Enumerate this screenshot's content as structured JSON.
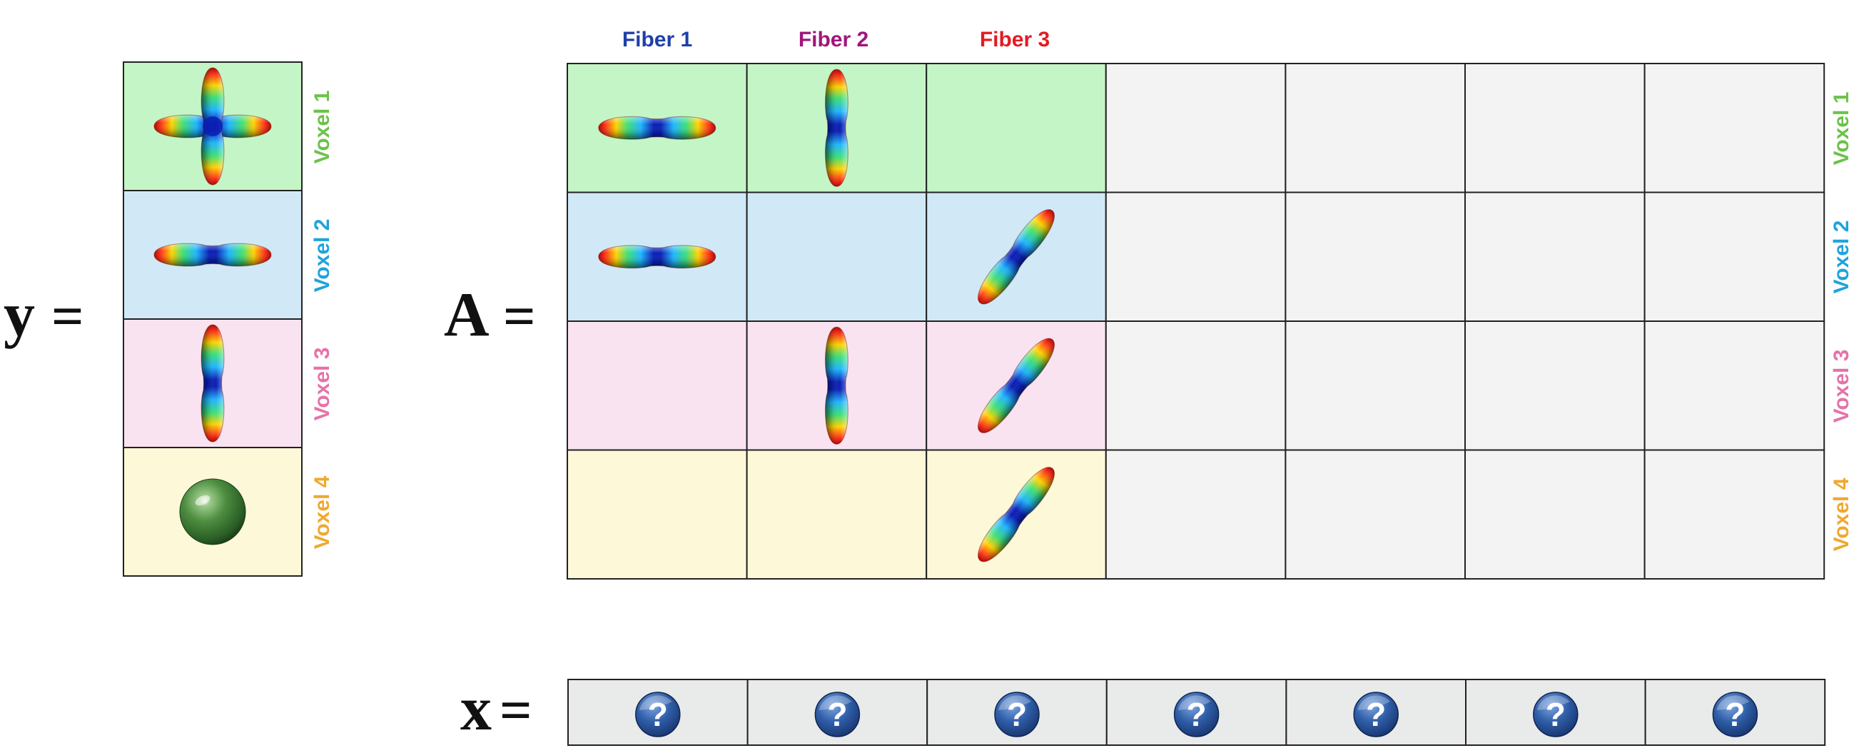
{
  "equations": {
    "y_label": "y",
    "a_label": "A",
    "x_label": "x",
    "equals": "="
  },
  "fibers": [
    {
      "label": "Fiber 1",
      "color": "#1f3fa8"
    },
    {
      "label": "Fiber 2",
      "color": "#a0157a"
    },
    {
      "label": "Fiber 3",
      "color": "#e31b23"
    }
  ],
  "voxels": [
    {
      "label": "Voxel 1",
      "color": "#6cc24a",
      "fill": "#c4f5c6"
    },
    {
      "label": "Voxel 2",
      "color": "#1fa3dc",
      "fill": "#d1e9f6"
    },
    {
      "label": "Voxel 3",
      "color": "#e573a8",
      "fill": "#f9e3f0"
    },
    {
      "label": "Voxel 4",
      "color": "#f0a830",
      "fill": "#fdf8d8"
    }
  ],
  "y_vector": [
    "cross",
    "horizontal",
    "vertical",
    "sphere"
  ],
  "matrix_a": {
    "columns": 7,
    "empty_fill": "#f3f3f3",
    "rows": [
      [
        "horizontal",
        "vertical",
        null
      ],
      [
        "horizontal",
        null,
        "diagonal"
      ],
      [
        null,
        "vertical",
        "diagonal"
      ],
      [
        null,
        null,
        "diagonal"
      ]
    ]
  },
  "x_vector": {
    "count": 7,
    "fill": "#e9eaea",
    "icon": "question-mark-icon",
    "symbol": "?"
  }
}
